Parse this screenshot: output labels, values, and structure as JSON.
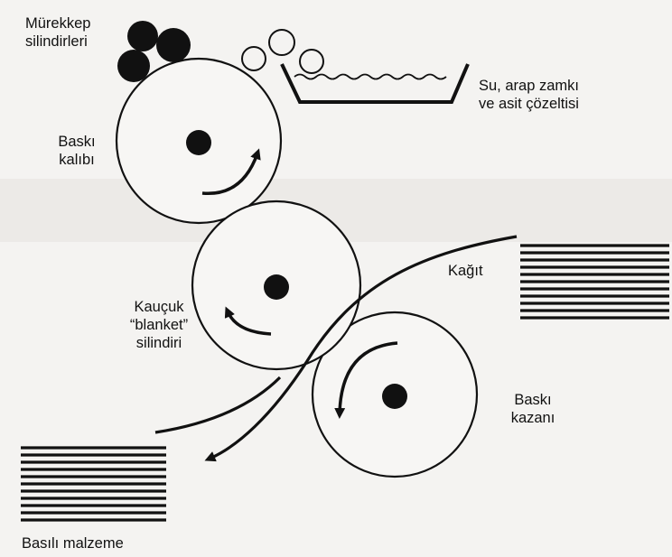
{
  "labels": {
    "ink_rollers_1": "Mürekkep",
    "ink_rollers_2": "silindirleri",
    "plate_1": "Baskı",
    "plate_2": "kalıbı",
    "fountain_1": "Su, arap zamkı",
    "fountain_2": "ve asit çözeltisi",
    "blanket_1": "Kauçuk",
    "blanket_2": "“blanket”",
    "blanket_3": "silindiri",
    "paper": "Kağıt",
    "impression_1": "Baskı",
    "impression_2": "kazanı",
    "output": "Basılı malzeme"
  },
  "colors": {
    "ink": "#111111",
    "background": "#f4f3f1"
  }
}
